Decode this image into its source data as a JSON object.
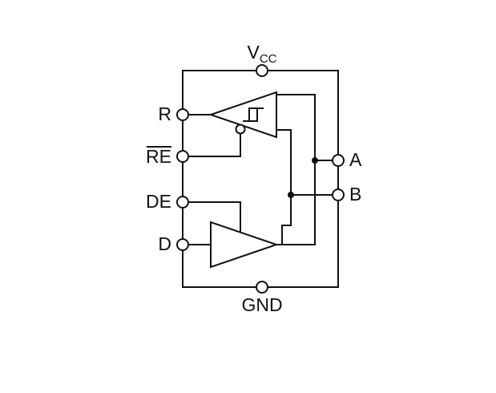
{
  "pins": {
    "vcc": {
      "label_main": "V",
      "label_sub": "CC",
      "side": "top"
    },
    "gnd": {
      "label": "GND",
      "side": "bottom"
    },
    "r": {
      "label": "R",
      "side": "left"
    },
    "re": {
      "label": "RE",
      "overline": true,
      "side": "left"
    },
    "de": {
      "label": "DE",
      "side": "left"
    },
    "d": {
      "label": "D",
      "side": "left"
    },
    "a": {
      "label": "A",
      "side": "right"
    },
    "b": {
      "label": "B",
      "side": "right"
    }
  },
  "blocks": {
    "receiver": {
      "type": "buffer",
      "direction": "left",
      "symbol": "hysteresis",
      "enable": "active-low-bubble"
    },
    "driver": {
      "type": "buffer",
      "direction": "right",
      "enable": "active-high"
    }
  },
  "colors": {
    "stroke": "#111111",
    "background": "#ffffff",
    "shape_fill": "#ffffff"
  }
}
